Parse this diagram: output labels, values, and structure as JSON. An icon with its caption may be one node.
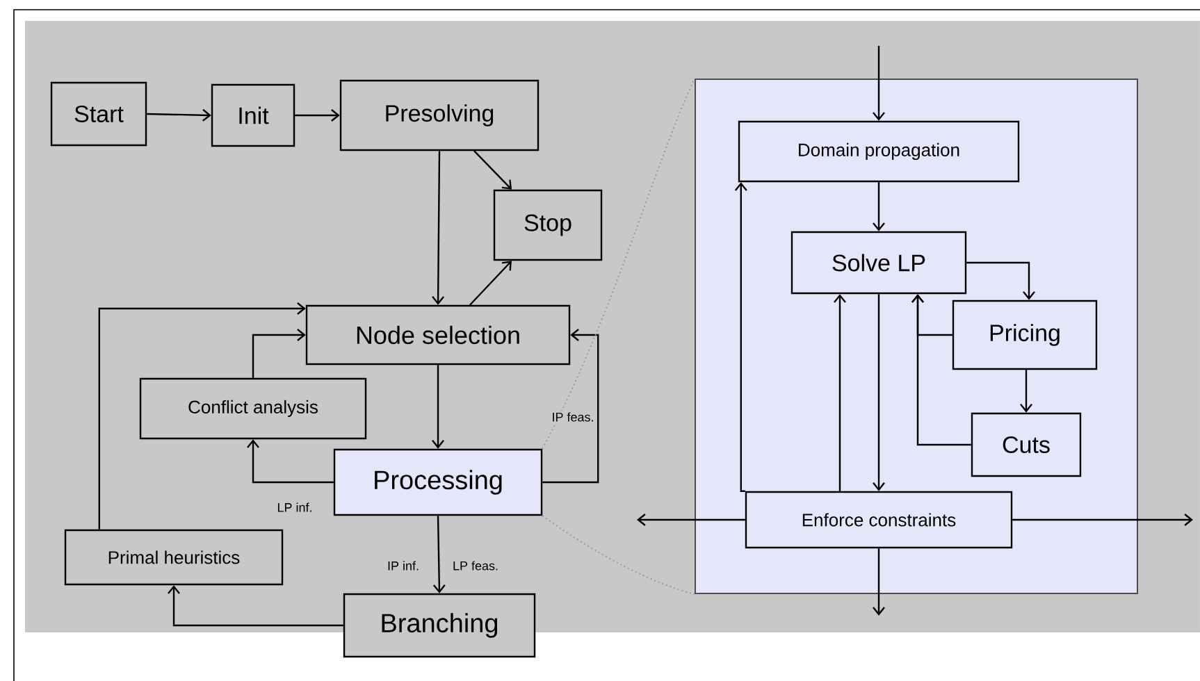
{
  "diagram": {
    "nodes": [
      {
        "text": [
          "Start"
        ]
      },
      {
        "text": [
          "Init"
        ]
      },
      {
        "text": [
          "Presolving"
        ]
      },
      {
        "text": [
          "Stop"
        ]
      },
      {
        "text": [
          "Node selection"
        ]
      },
      {
        "text": [
          "Conflict analysis"
        ]
      },
      {
        "text": [
          "Processing"
        ]
      },
      {
        "text": [
          "Primal heuristics"
        ]
      },
      {
        "text": [
          "Branching"
        ]
      },
      {
        "text": [],
        "shape": "box"
      },
      {
        "text": [
          "Domain propagation"
        ],
        "in": 9
      },
      {
        "text": [
          "Solve LP"
        ],
        "in": 9
      },
      {
        "text": [
          "Pricing"
        ],
        "in": 9
      },
      {
        "text": [
          "Cuts"
        ],
        "in": 9
      },
      {
        "text": [
          "Enforce constraints"
        ],
        "in": 9
      }
    ],
    "edges": [
      {
        "from": 0,
        "to": 1,
        "arrow": "to"
      },
      {
        "from": 1,
        "to": 2,
        "arrow": "to"
      },
      {
        "from": 2,
        "to": 3,
        "arrow": "to"
      },
      {
        "from": 2,
        "to": 4,
        "arrow": "to"
      },
      {
        "from": 4,
        "to": 3,
        "arrow": "to"
      },
      {
        "from": 4,
        "to": 6,
        "arrow": "to"
      },
      {
        "from": 6,
        "to": 5,
        "arrow": "to",
        "label": "LP inf."
      },
      {
        "from": 5,
        "to": 4,
        "arrow": "to"
      },
      {
        "from": 6,
        "to": 4,
        "arrow": "to",
        "label": "IP feas."
      },
      {
        "from": 6,
        "to": 8,
        "arrow": "to",
        "label": "IP inf."
      },
      {
        "from": 8,
        "to": 7,
        "arrow": "to"
      },
      {
        "from": 7,
        "to": 4,
        "arrow": "to"
      },
      {
        "from": null,
        "to": 10,
        "arrow": "to"
      },
      {
        "from": 10,
        "to": 11,
        "arrow": "to"
      },
      {
        "from": 11,
        "to": 12,
        "arrow": "to"
      },
      {
        "from": 12,
        "to": 11,
        "arrow": "to"
      },
      {
        "from": 12,
        "to": 13,
        "arrow": "to"
      },
      {
        "from": 13,
        "to": 11,
        "arrow": "to"
      },
      {
        "from": 11,
        "to": 14,
        "arrow": "to"
      },
      {
        "from": 14,
        "to": 11,
        "arrow": "to"
      },
      {
        "from": 14,
        "to": 10,
        "arrow": "to"
      },
      {
        "from": 14,
        "to": null,
        "arrow": "to"
      },
      {
        "from": 14,
        "to": null,
        "arrow": "to"
      },
      {
        "from": 14,
        "to": null,
        "arrow": "to"
      },
      {
        "from": 6,
        "to": 9,
        "arrow": "none",
        "style": "dashed",
        "color": "#999999"
      },
      {
        "from": 6,
        "to": 9,
        "arrow": "none",
        "style": "dashed",
        "color": "#999999"
      }
    ],
    "labels": [
      "LP feas."
    ]
  }
}
